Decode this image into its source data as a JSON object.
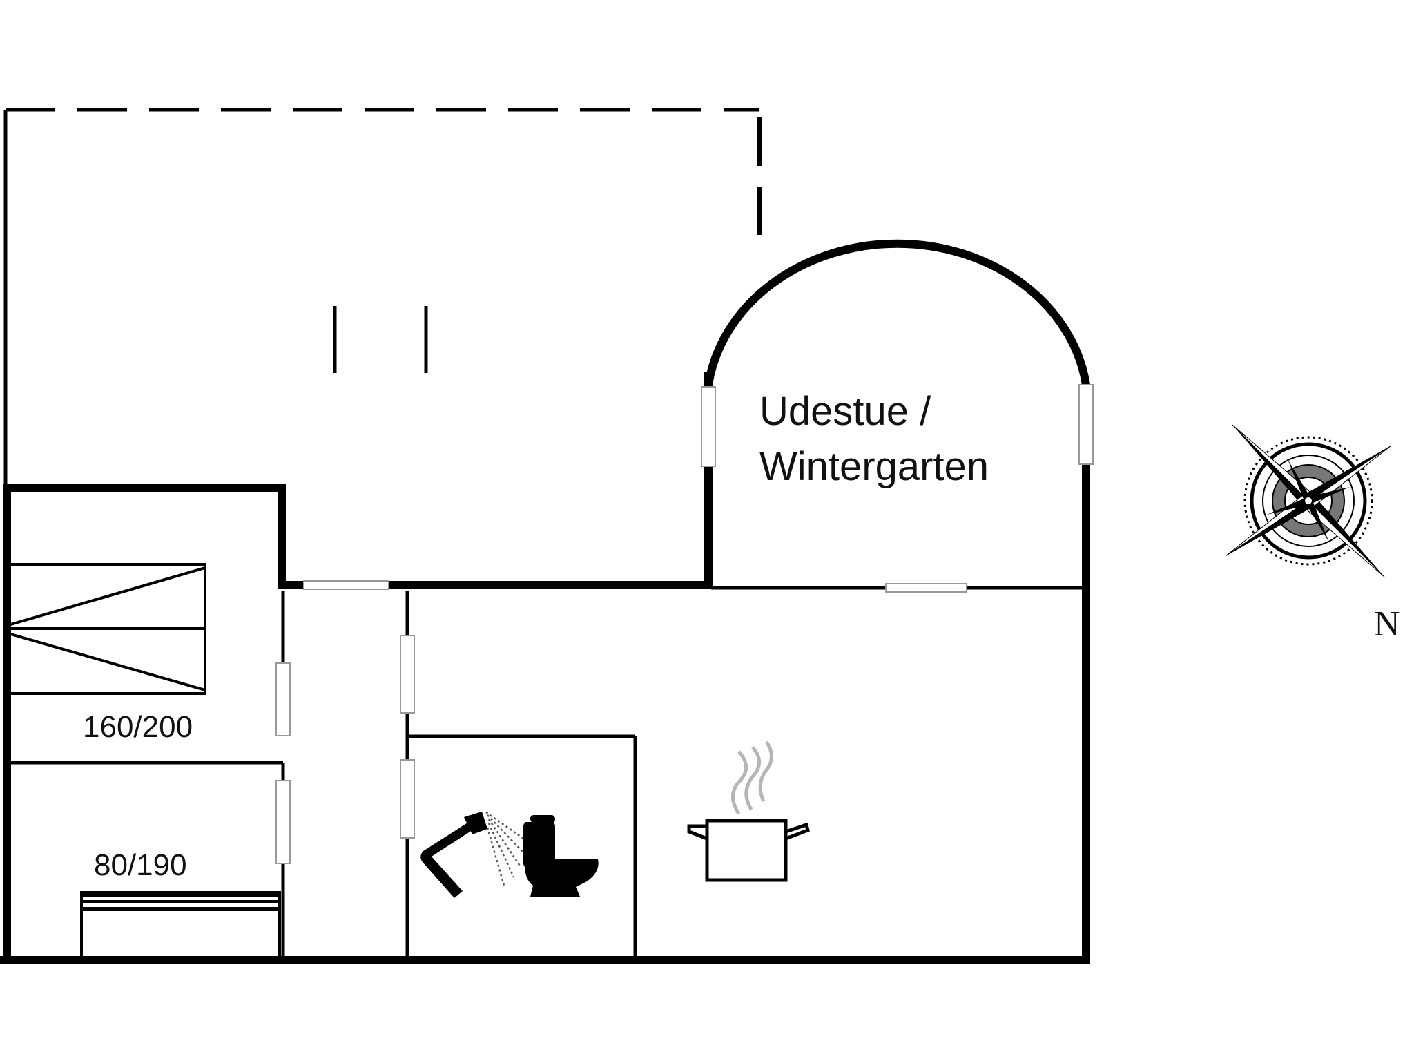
{
  "plan": {
    "rooms": {
      "conservatory_line1": "Udestue /",
      "conservatory_line2": "Wintergarten"
    },
    "beds": {
      "double": "160/200",
      "single": "80/190"
    },
    "compass": {
      "north_label": "N",
      "icon": "compass-rose-icon"
    },
    "icons": {
      "shower": "shower-icon",
      "toilet": "toilet-icon",
      "kitchen": "cooking-pot-icon"
    },
    "colors": {
      "wall": "#000000",
      "background": "#ffffff"
    }
  }
}
